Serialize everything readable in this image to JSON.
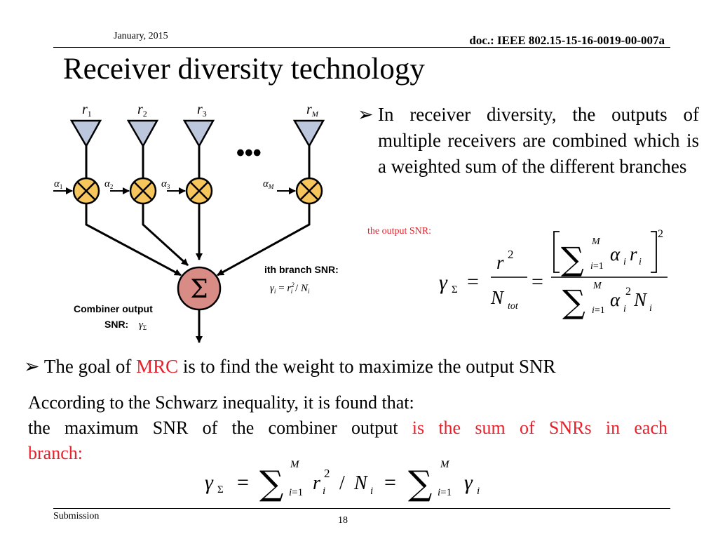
{
  "header": {
    "date": "January, 2015",
    "doc_id": "doc.: IEEE 802.15-15-16-0019-00-007a"
  },
  "title": "Receiver diversity technology",
  "diagram": {
    "receivers": [
      "r1",
      "r2",
      "r3",
      "rM"
    ],
    "weights": [
      "α1",
      "α2",
      "α3",
      "αM"
    ],
    "ellipsis": "•••",
    "combiner_symbol": "Σ",
    "branch_snr_label": "ith branch SNR:",
    "branch_snr_formula": "γi = ri² / Ni",
    "combiner_output_label_line1": "Combiner output",
    "combiner_output_label_line2": "SNR:",
    "combiner_output_symbol": "γΣ"
  },
  "bullet1": {
    "marker": "➢",
    "text": "In receiver diversity, the outputs of multiple receivers are combined which is a weighted sum of the different branches"
  },
  "output_snr_label": "the output SNR:",
  "formula_output_snr": "γΣ = r² / Ntot = [ΣM i=1 αi ri]² / ΣM i=1 αi² Ni",
  "bullet2": {
    "marker": "➢",
    "text_before": "The goal of ",
    "highlight": "MRC",
    "text_after": " is to find the weight to maximize the output SNR"
  },
  "paragraph": {
    "line1": "According to the Schwarz inequality, it is found that:",
    "line2_black": "the maximum SNR of the combiner output ",
    "line2_red": "is the sum of SNRs in each",
    "line3_red": "branch:"
  },
  "formula_max_snr": "γΣ = ΣM i=1 ri² / Ni = ΣM i=1 γi",
  "footer": {
    "submission": "Submission",
    "page": "18"
  },
  "colors": {
    "accent_red": "#e8202a",
    "antenna_fill": "#bcc7dd",
    "multiplier_fill": "#f6c55c",
    "combiner_fill": "#d98c86"
  }
}
